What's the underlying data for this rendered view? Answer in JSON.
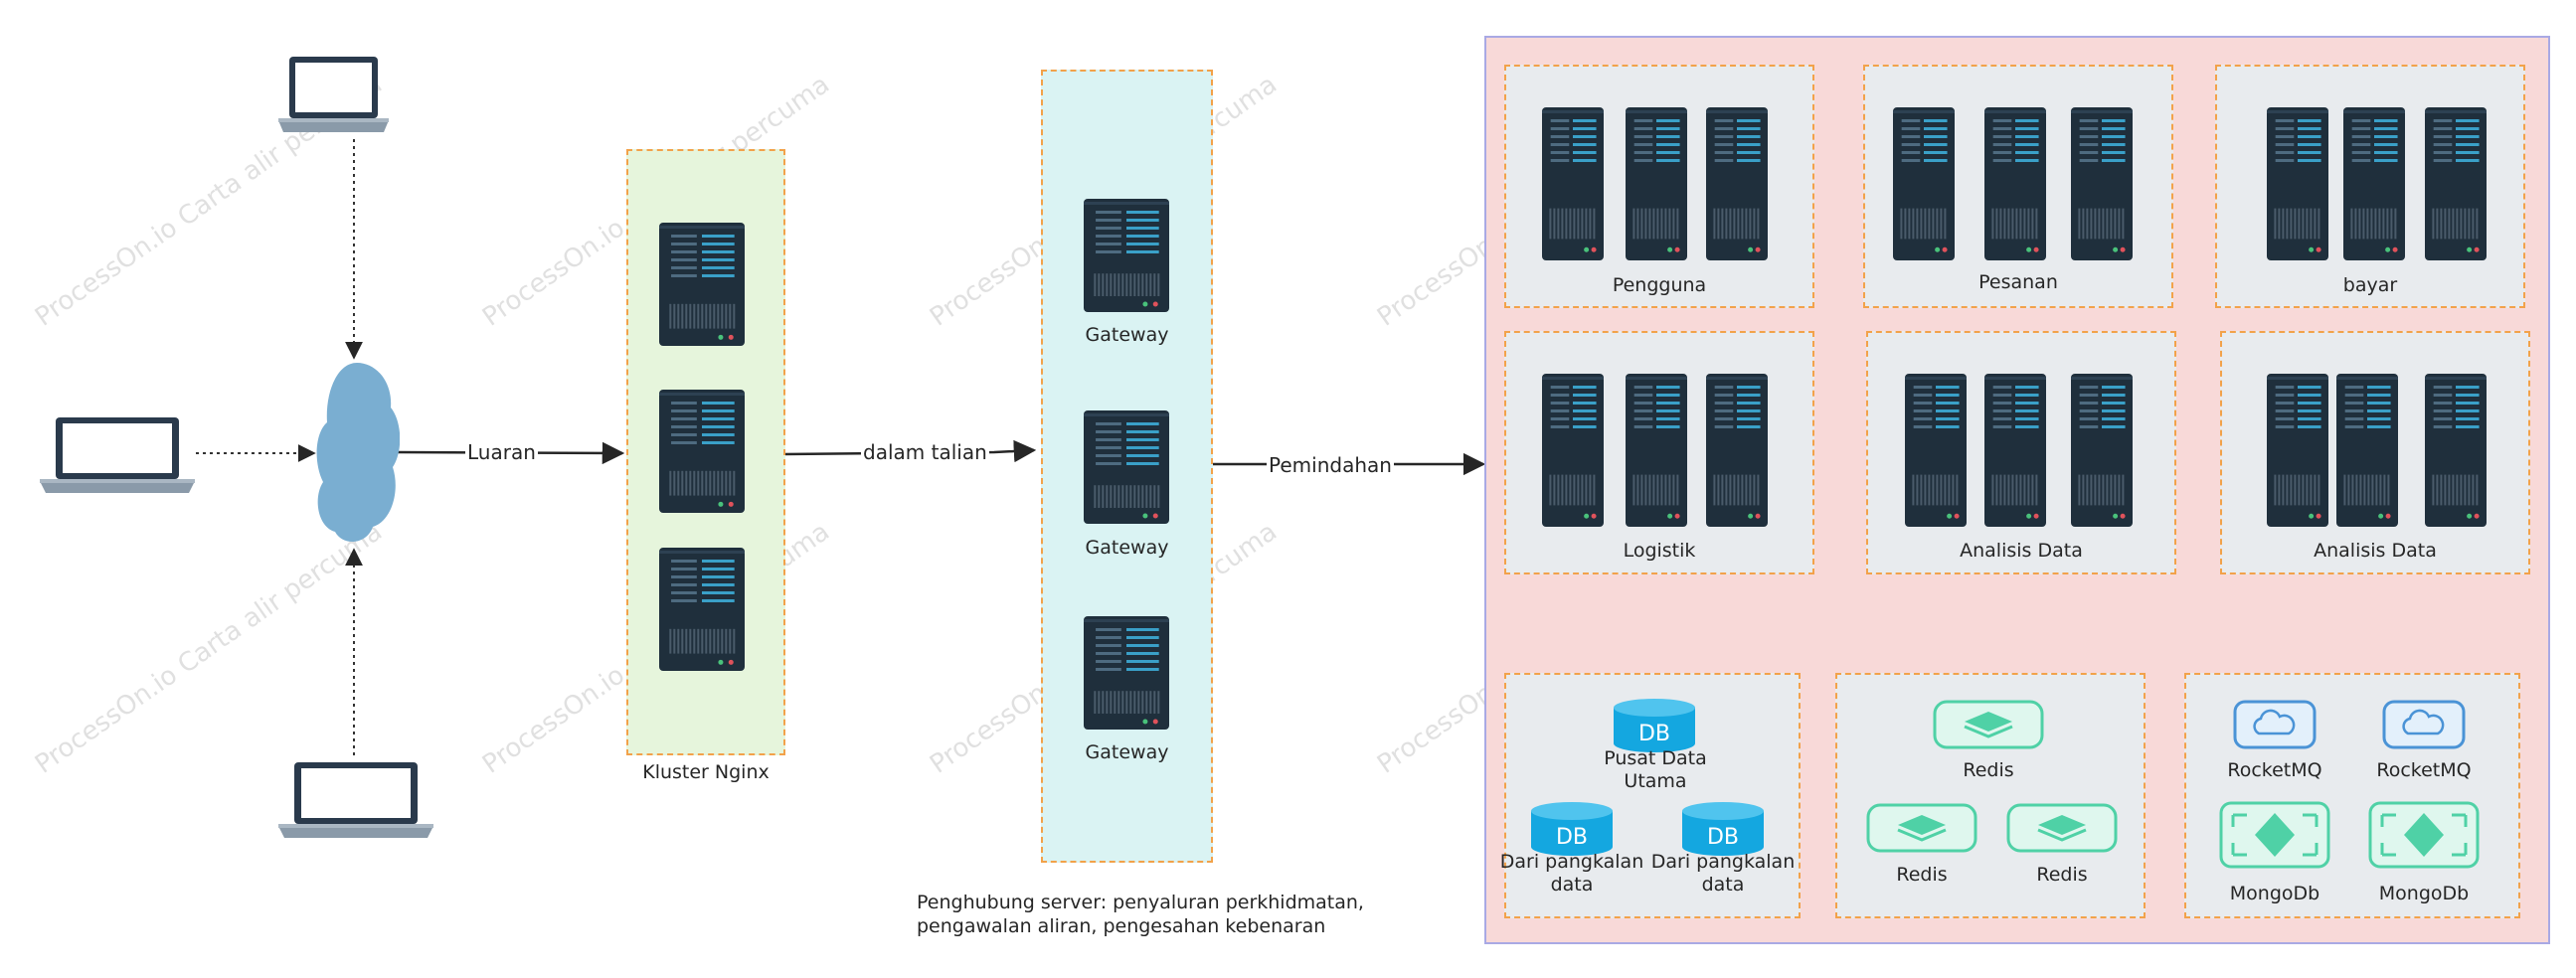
{
  "watermark": "ProcessOn.io Carta alir percuma",
  "edges": {
    "external": "Luaran",
    "online": "dalam talian",
    "forward": "Pemindahan"
  },
  "nginx_label": "Kluster Nginx",
  "gateway_labels": [
    "Gateway",
    "Gateway",
    "Gateway"
  ],
  "gateway_note_line1": "Penghubung server: penyaluran perkhidmatan,",
  "gateway_note_line2": "pengawalan aliran, pengesahan kebenaran",
  "services": [
    "Pengguna",
    "Pesanan",
    "bayar",
    "Logistik",
    "Analisis Data",
    "Analisis Data"
  ],
  "db": {
    "master_line1": "Pusat Data",
    "master_line2": "Utama",
    "slave1_line1": "Dari pangkalan",
    "slave1_line2": "data",
    "slave2_line1": "Dari pangkalan",
    "slave2_line2": "data",
    "icon_text": "DB"
  },
  "redis": [
    "Redis",
    "Redis",
    "Redis"
  ],
  "mq": [
    "RocketMQ",
    "RocketMQ"
  ],
  "mongo": [
    "MongoDb",
    "MongoDb"
  ]
}
